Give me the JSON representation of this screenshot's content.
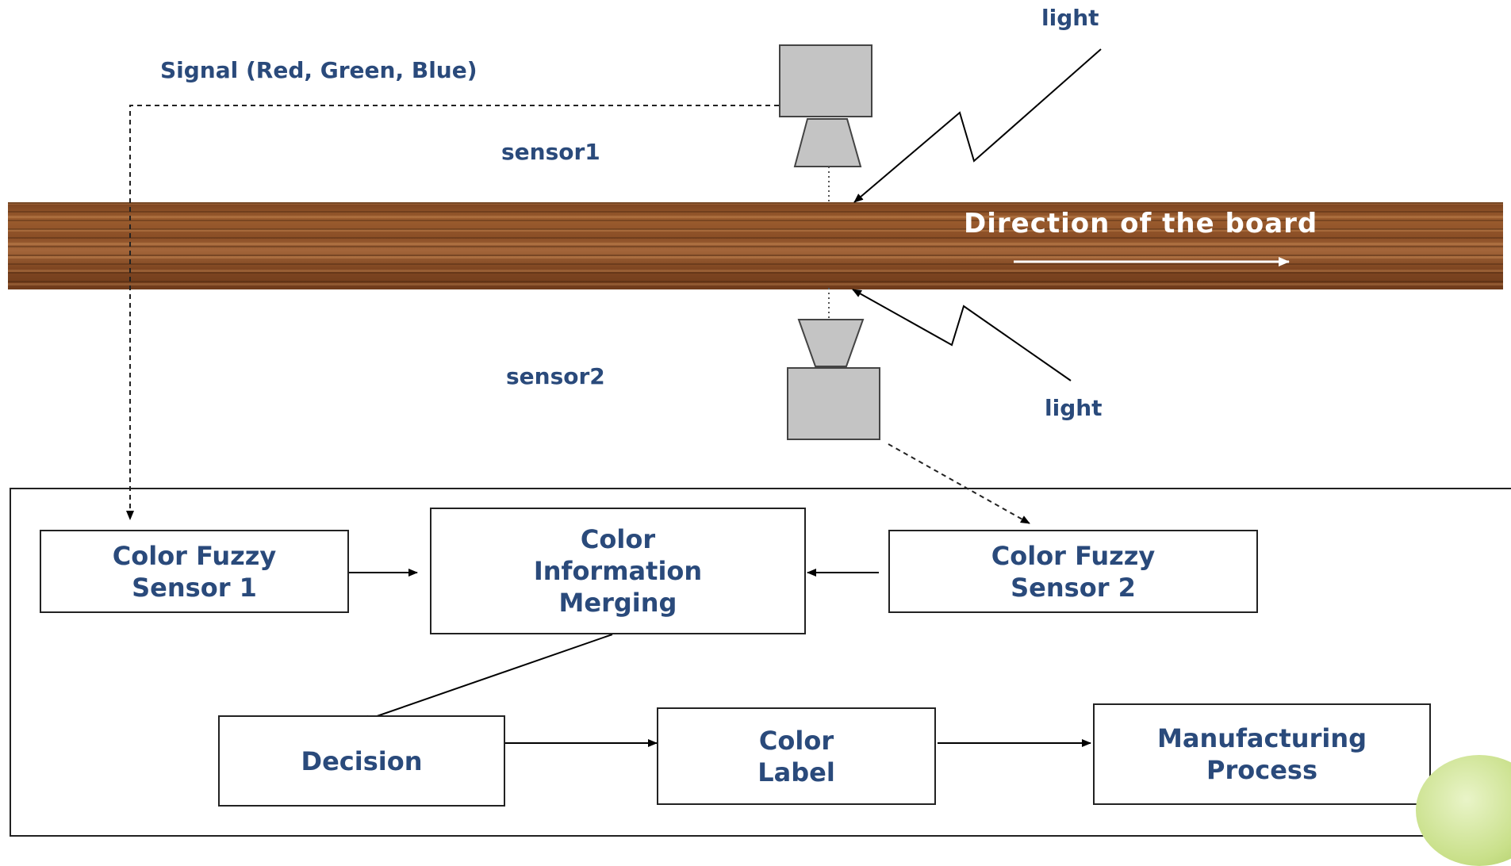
{
  "labels": {
    "signal": "Signal (Red, Green, Blue)",
    "sensor1": "sensor1",
    "sensor2": "sensor2",
    "light_top": "light",
    "light_bottom": "light",
    "direction": "Direction of the board"
  },
  "boxes": {
    "fuzzy1": "Color Fuzzy\nSensor 1",
    "merging": "Color\nInformation\nMerging",
    "fuzzy2": "Color Fuzzy\nSensor 2",
    "decision": "Decision",
    "color_label": "Color\nLabel",
    "manufacturing": "Manufacturing\nProcess"
  },
  "colors": {
    "text": "#2a4a7b",
    "camera": "#c4c4c4",
    "board": "#8a4e26"
  }
}
